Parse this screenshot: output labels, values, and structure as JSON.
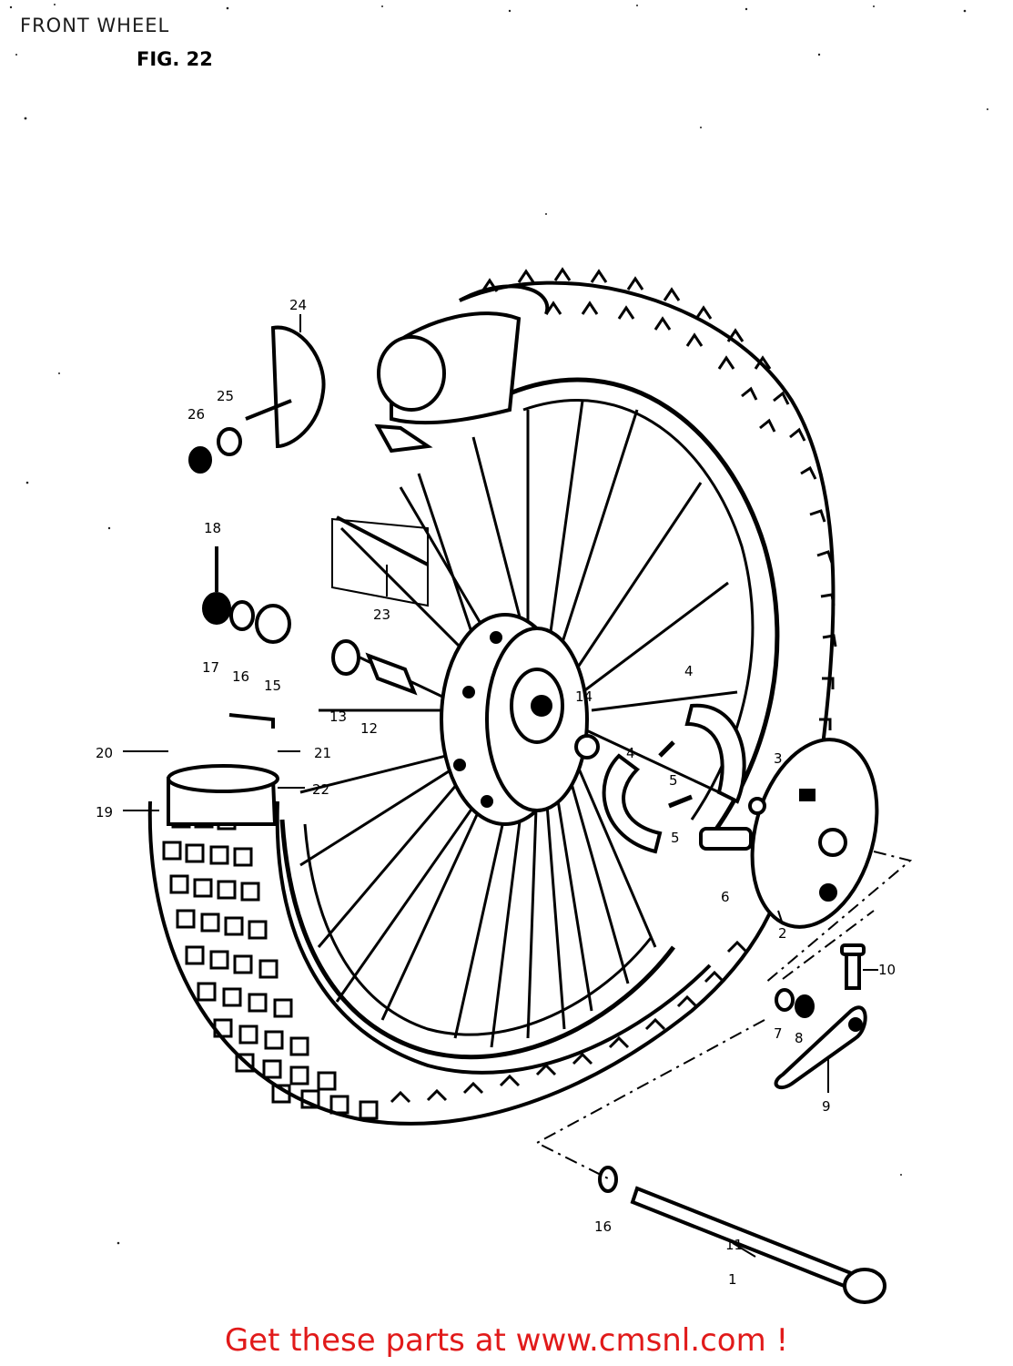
{
  "header": {
    "title": "FRONT WHEEL",
    "figure": "FIG. 22"
  },
  "callouts": {
    "c1": "1",
    "c2": "2",
    "c3": "3",
    "c4a": "4",
    "c4b": "4",
    "c5a": "5",
    "c5b": "5",
    "c6": "6",
    "c7": "7",
    "c8": "8",
    "c9": "9",
    "c10": "10",
    "c11": "11",
    "c12": "12",
    "c13": "13",
    "c14": "14",
    "c15": "15",
    "c16a": "16",
    "c16b": "16",
    "c17": "17",
    "c18": "18",
    "c19": "19",
    "c20": "20",
    "c21": "21",
    "c22": "22",
    "c23": "23",
    "c24": "24",
    "c25": "25",
    "c26": "26"
  },
  "footer": {
    "link_text": "Get these parts at www.cmsnl.com !"
  }
}
